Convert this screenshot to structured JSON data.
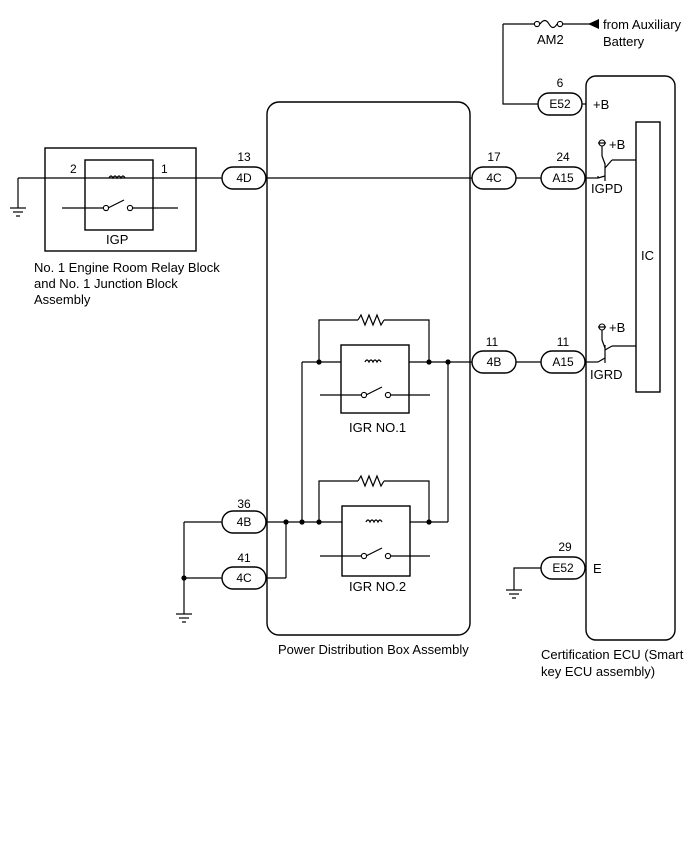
{
  "fuse": {
    "label": "AM2"
  },
  "aux": {
    "line1": "from Auxiliary",
    "line2": "Battery"
  },
  "igp": {
    "label": "IGP",
    "pin_left": "2",
    "pin_right": "1"
  },
  "relay_block": {
    "line1": "No. 1 Engine Room Relay Block",
    "line2": "and No. 1 Junction Block",
    "line3": "Assembly"
  },
  "pdb": {
    "label": "Power Distribution Box Assembly"
  },
  "igr1": {
    "label": "IGR NO.1"
  },
  "igr2": {
    "label": "IGR NO.2"
  },
  "ecu": {
    "line1": "Certification ECU (Smart",
    "line2": "key ECU assembly)",
    "ic": "IC",
    "b_plus": "+B",
    "igpd": "IGPD",
    "igrd": "IGRD",
    "e": "E"
  },
  "connectors": {
    "c_4d": {
      "name": "4D",
      "pin": "13"
    },
    "c_4c_top": {
      "name": "4C",
      "pin": "17"
    },
    "c_a15_top": {
      "name": "A15",
      "pin": "24"
    },
    "c_e52_top": {
      "name": "E52",
      "pin": "6"
    },
    "c_4b_right": {
      "name": "4B",
      "pin": "11"
    },
    "c_a15_mid": {
      "name": "A15",
      "pin": "11"
    },
    "c_4b_left": {
      "name": "4B",
      "pin": "36"
    },
    "c_4c_left": {
      "name": "4C",
      "pin": "41"
    },
    "c_e52_bot": {
      "name": "E52",
      "pin": "29"
    }
  }
}
